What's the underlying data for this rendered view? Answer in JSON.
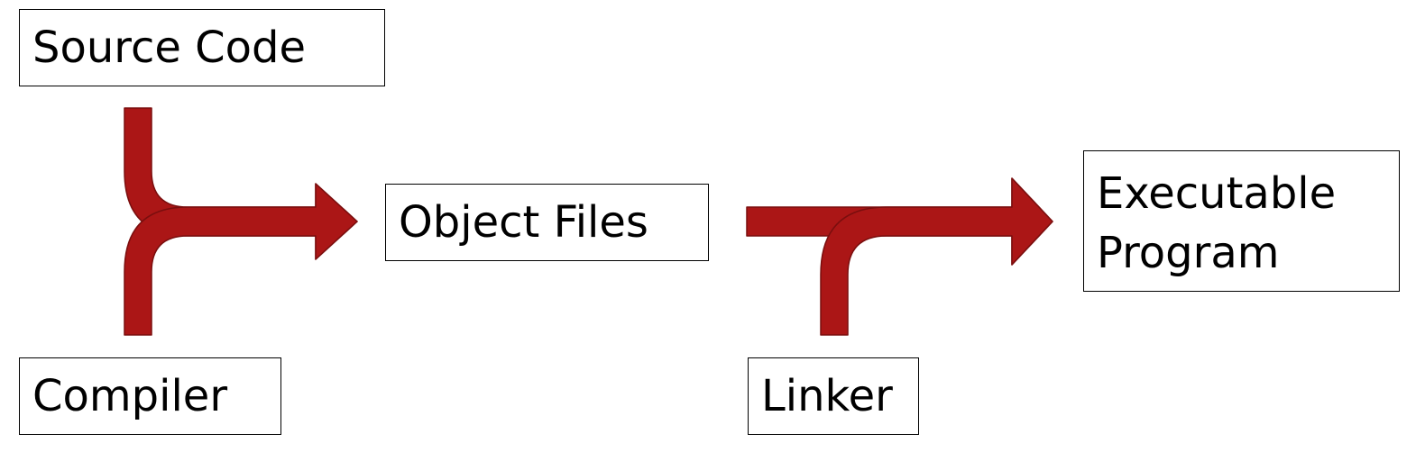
{
  "nodes": {
    "source_code": "Source Code",
    "compiler": "Compiler",
    "object_files": "Object Files",
    "linker": "Linker",
    "executable": [
      "Executable",
      "Program"
    ]
  },
  "colors": {
    "arrow_fill": "#AB1616",
    "arrow_outline": "#7A0E0E",
    "box_border": "#000000",
    "text": "#000000"
  }
}
